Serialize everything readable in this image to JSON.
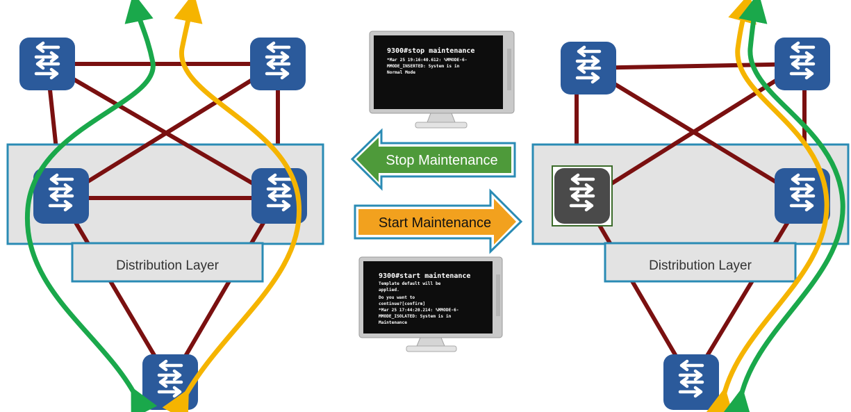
{
  "colors": {
    "link": "#7a1010",
    "switch_blue": "#2b5a9b",
    "switch_isolated": "#4a4a4a",
    "flow_green": "#1aa84b",
    "flow_yellow": "#f5b400",
    "layer_border": "#2a8bb4",
    "layer_fill": "#e3e3e3",
    "stop_arrow": "#4e9a3a",
    "start_arrow": "#f2a11e"
  },
  "left_topology": {
    "layer_label": "Distribution Layer",
    "state": "normal"
  },
  "right_topology": {
    "layer_label": "Distribution Layer",
    "state": "maintenance"
  },
  "actions": {
    "stop_label": "Stop Maintenance",
    "start_label": "Start Maintenance"
  },
  "terminal_stop": {
    "command": "9300#stop maintenance",
    "output": [
      "*Mar 25 19:16:40.612: %MMODE-6-",
      "MMODE_INSERTED: System is in",
      "Normal Mode"
    ]
  },
  "terminal_start": {
    "command": "9300#start maintenance",
    "output": [
      "Template default will be",
      "applied.",
      "Do you want to",
      "continue?[confirm]",
      "*Mar 25 17:44:20.214: %MMODE-6-",
      "MMODE_ISOLATED: System is in",
      "Maintenance"
    ]
  },
  "icons": {
    "switch": "switch-icon",
    "monitor": "monitor-icon"
  }
}
